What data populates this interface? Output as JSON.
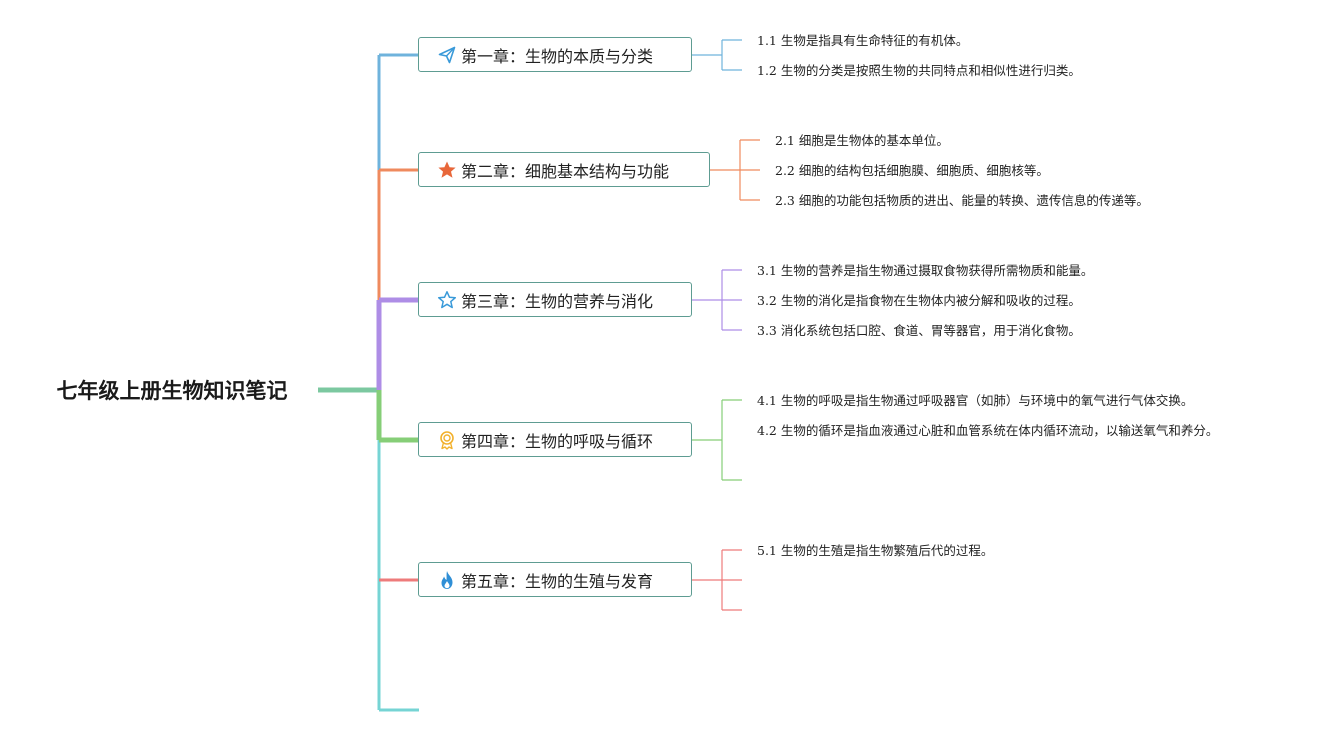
{
  "root": {
    "title": "七年级上册生物知识笔记"
  },
  "colors": {
    "root_link": "#7cc8a0",
    "chapter_border": "#5e9c92",
    "branch1": "#6fb3dc",
    "branch2": "#ef8a5e",
    "branch3": "#ae8de6",
    "branch4": "#86ce77",
    "branch5": "#ee7b7b",
    "trunk_tail": "#76d4d4"
  },
  "chapters": [
    {
      "label": "第一章：生物的本质与分类",
      "icon": "paper-plane-icon",
      "notes": [
        "1.1 生物是指具有生命特征的有机体。",
        "1.2 生物的分类是按照生物的共同特点和相似性进行归类。"
      ]
    },
    {
      "label": "第二章：细胞基本结构与功能",
      "icon": "star-filled-icon",
      "notes": [
        "2.1 细胞是生物体的基本单位。",
        "2.2 细胞的结构包括细胞膜、细胞质、细胞核等。",
        "2.3 细胞的功能包括物质的进出、能量的转换、遗传信息的传递等。"
      ]
    },
    {
      "label": "第三章：生物的营养与消化",
      "icon": "star-outline-icon",
      "notes": [
        "3.1 生物的营养是指生物通过摄取食物获得所需物质和能量。",
        "3.2 生物的消化是指食物在生物体内被分解和吸收的过程。",
        "3.3 消化系统包括口腔、食道、胃等器官，用于消化食物。"
      ]
    },
    {
      "label": "第四章：生物的呼吸与循环",
      "icon": "award-medal-icon",
      "notes": [
        "4.1 生物的呼吸是指生物通过呼吸器官（如肺）与环境中的氧气进行气体交换。",
        "4.2 生物的循环是指血液通过心脏和血管系统在体内循环流动，以输送氧气和养分。"
      ]
    },
    {
      "label": "第五章：生物的生殖与发育",
      "icon": "fire-icon",
      "notes": [
        "5.1 生物的生殖是指生物繁殖后代的过程。"
      ]
    }
  ]
}
